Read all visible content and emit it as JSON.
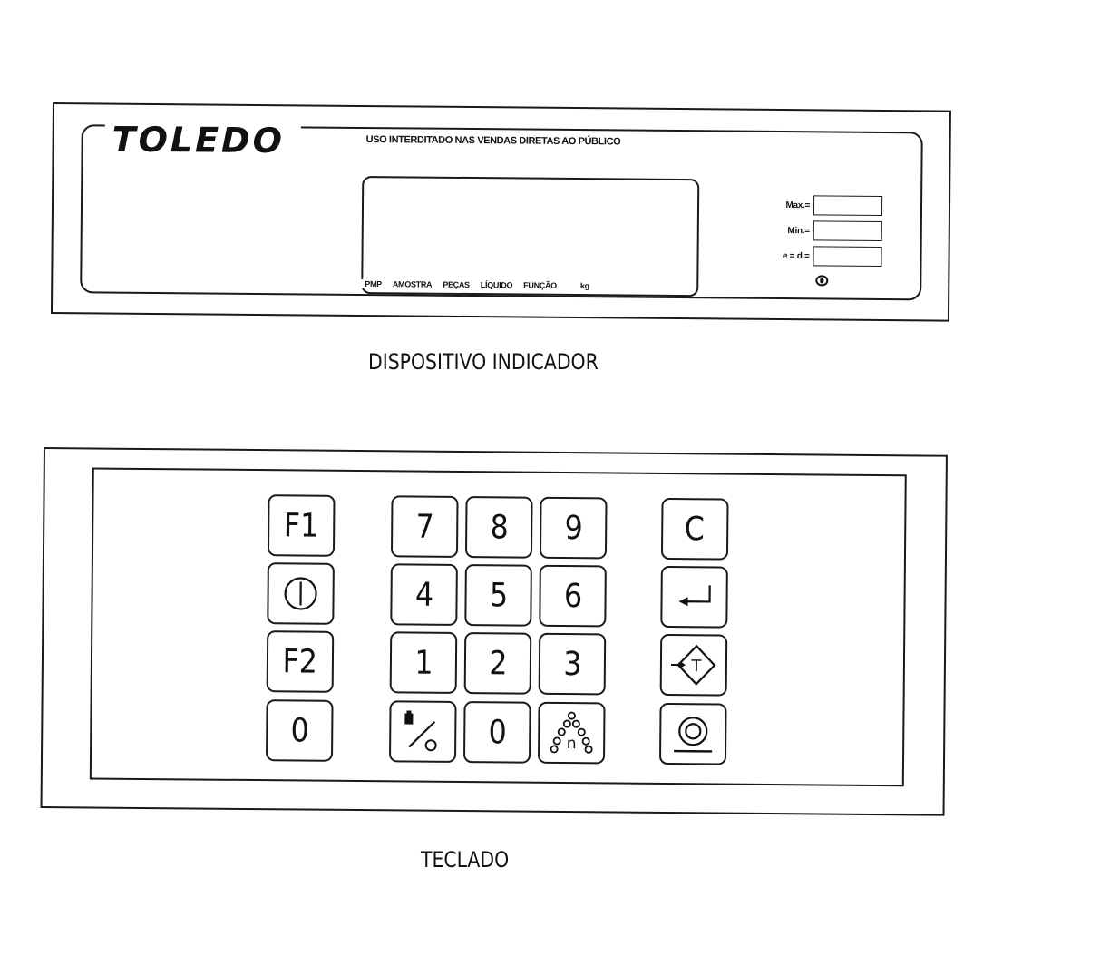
{
  "indicator": {
    "brand": "TOLEDO",
    "notice": "USO INTERDITADO NAS VENDAS DIRETAS AO PÚBLICO",
    "status_labels": [
      "PMP",
      "AMOSTRA",
      "PEÇAS",
      "LÍQUIDO",
      "FUNÇÃO",
      "kg"
    ],
    "specs": {
      "max": "Max.=",
      "min": "Min.=",
      "ed": "e = d ="
    },
    "caption": "DISPOSITIVO  INDICADOR"
  },
  "keypad": {
    "caption": "TECLADO",
    "keys": {
      "f1": "F1",
      "f2": "F2",
      "zero_left": "0",
      "d7": "7",
      "d8": "8",
      "d9": "9",
      "d4": "4",
      "d5": "5",
      "d6": "6",
      "d1": "1",
      "d2": "2",
      "d3": "3",
      "d0": "0",
      "clear": "C",
      "tare_letter": "T",
      "count_letter": "n"
    },
    "icons": {
      "power": "power-icon",
      "percent_weight": "weight-percent-icon",
      "piece_count": "piece-count-icon",
      "enter": "enter-arrow-icon",
      "tare": "tare-icon",
      "zero_center": "zero-center-icon"
    }
  }
}
